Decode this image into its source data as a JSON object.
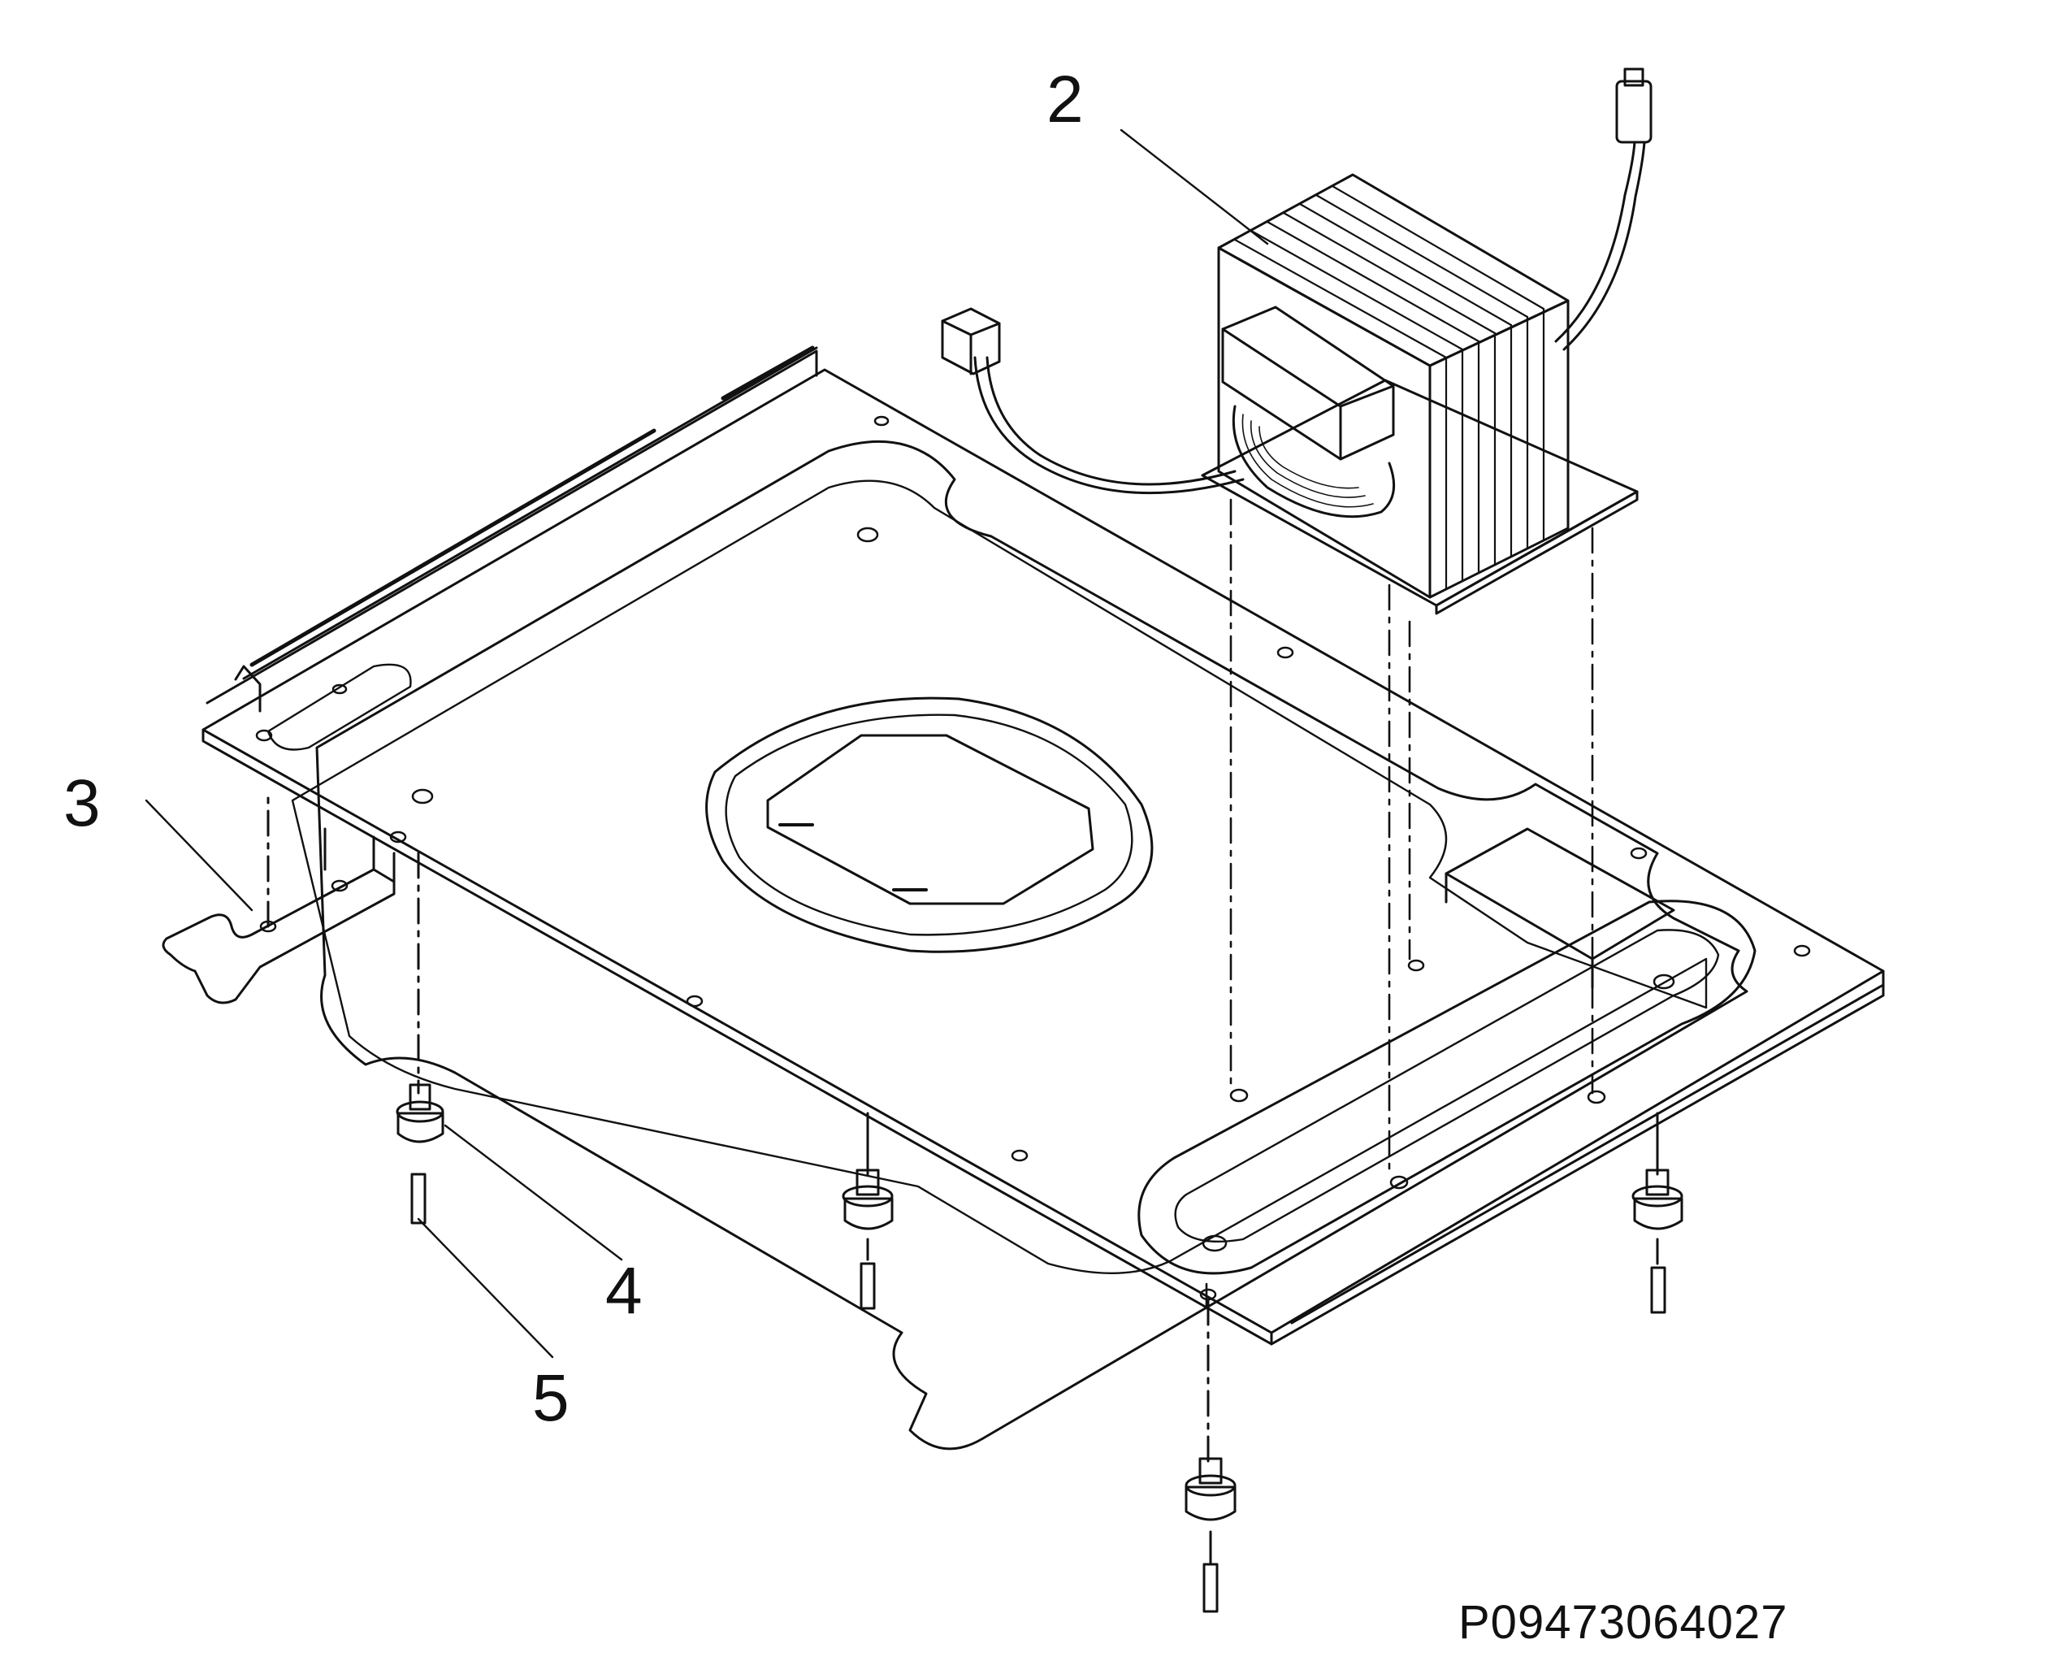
{
  "diagram": {
    "callouts": [
      {
        "id": "2",
        "label": "2",
        "part": "transformer"
      },
      {
        "id": "3",
        "label": "3",
        "part": "bracket"
      },
      {
        "id": "4",
        "label": "4",
        "part": "foot"
      },
      {
        "id": "5",
        "label": "5",
        "part": "pin"
      }
    ],
    "document_code": "P09473064027"
  }
}
